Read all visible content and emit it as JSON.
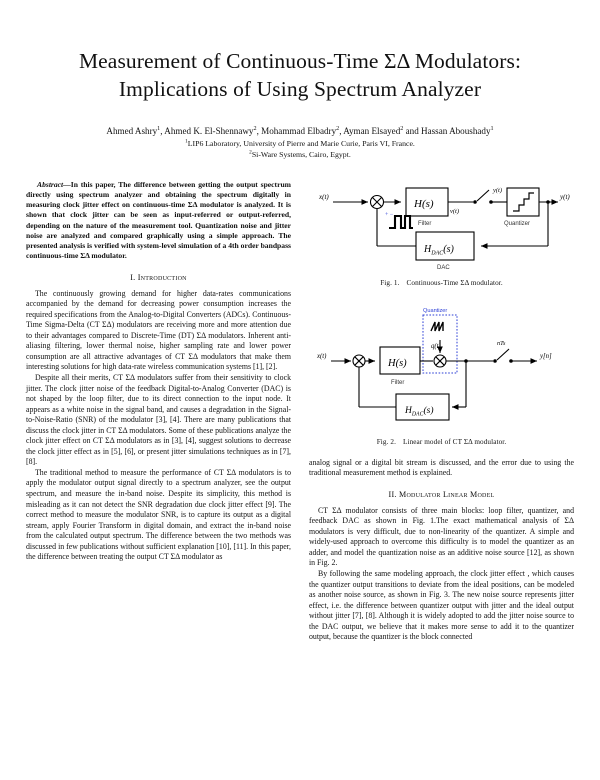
{
  "paper": {
    "title_line1": "Measurement of Continuous-Time ΣΔ Modulators:",
    "title_line2": "Implications of Using Spectrum Analyzer",
    "authors_pre": "Ahmed Ashry",
    "authors_full": "Ahmed Ashry1, Ahmed K. El-Shennawy2, Mohammad Elbadry2, Ayman Elsayed2 and Hassan Aboushady1",
    "affiliation1": "LIP6 Laboratory, University of Pierre and Marie Curie, Paris VI, France.",
    "affiliation2": "Si-Ware Systems, Cairo, Egypt."
  },
  "abstract": {
    "label": "Abstract—",
    "text": "In this paper, The difference between getting the output spectrum directly using spectrum analyzer and obtaining the spectrum digitally in measuring clock jitter effect on continuous-time ΣΔ modulator is analyzed. It is shown that clock jitter can be seen as input-referred or output-referred, depending on the nature of the measurement tool. Quantization noise and jitter noise are analyzed and compared graphically using a simple approach. The presented analysis is verified with system-level simulation of a 4th order bandpass continuous-time ΣΔ modulator."
  },
  "sections": {
    "intro": {
      "number": "I.",
      "title": "Introduction",
      "p1": "The continuously growing demand for higher data-rates communications accompanied by the demand for decreasing power consumption increases the required specifications from the Analog-to-Digital Converters (ADCs). Continuous-Time Sigma-Delta (CT ΣΔ) modulators are receiving more and more attention due to their advantages compared to Discrete-Time (DT) ΣΔ modulators. Inherent anti-aliasing filtering, lower thermal noise, higher sampling rate and lower power consumption are all attractive advantages of CT ΣΔ modulators that make them interesting solutions for high data-rate wireless communication systems [1], [2].",
      "p2": "Despite all their merits, CT ΣΔ modulators suffer from their sensitivity to clock jitter. The clock jitter noise of the feedback Digital-to-Analog Converter (DAC) is not shaped by the loop filter, due to its direct connection to the input node. It appears as a white noise in the signal band, and causes a degradation in the Signal-to-Noise-Ratio (SNR) of the modulator [3], [4]. There are many publications that discuss the clock jitter in CT ΣΔ modulators. Some of these publications analyze the clock jitter effect on CT ΣΔ modulators as in [3], [4], suggest solutions to decrease the clock jitter effect as in [5], [6], or present jitter simulations techniques as in [7], [8].",
      "p3": "The traditional method to measure the performance of CT ΣΔ modulators is to apply the modulator output signal directly to a spectrum analyzer, see the output spectrum, and measure the in-band noise. Despite its simplicity, this method is misleading as it can not detect the SNR degradation due clock jitter effect [9]. The correct method to measure the modulator SNR, is to capture its output as a digital stream, apply Fourier Transform in digital domain, and extract the in-band noise from the calculated output spectrum. The difference between the two methods was discussed in few publications without sufficient explanation [10], [11]. In this paper, the difference between treating the output CT ΣΔ modulator as",
      "p3_cont": "analog signal or a digital bit stream is discussed, and the error due to using the traditional measurement method is explained."
    },
    "linear_model": {
      "number": "II.",
      "title": "Modulator Linear Model",
      "p1": "CT ΣΔ modulator consists of three main blocks: loop filter, quantizer, and feedback DAC as shown in Fig. 1.The exact mathematical analysis of ΣΔ modulators is very difficult, due to non-linearity of the quantizer. A simple and widely-used approach to overcome this difficulty is to model the quantizer as an adder, and model the quantization noise as an additive noise source [12], as shown in Fig. 2.",
      "p2": "By following the same modeling approach, the clock jitter effect , which causes the quantizer output transitions to deviate from the ideal positions, can be modeled as another noise source, as shown in Fig. 3. The new noise source represents jitter effect, i.e. the difference between quantizer output with jitter and the ideal output without jitter [7], [8]. Although it is widely adopted to add the jitter noise source to the DAC output, we believe that it makes more sense to add it to the quantizer output, because the quantizer is the block connected"
    }
  },
  "figures": {
    "fig1": {
      "tag": "Fig. 1.",
      "caption": "Continuous-Time ΣΔ modulator.",
      "labels": {
        "input": "x(t)",
        "loop_filter": "H(s)",
        "loop_filter_sub": "Filter",
        "node": "v(t)",
        "quantizer_out": "y(t)",
        "quantizer_sub": "Quantizer",
        "output": "y(t)",
        "dac": "H",
        "dac_sub": "DAC",
        "dac_arg": "(s)",
        "dac_caption": "DAC"
      }
    },
    "fig2": {
      "tag": "Fig. 2.",
      "caption": "Linear model of CT ΣΔ modulator.",
      "labels": {
        "input": "x(t)",
        "loop_filter": "H(s)",
        "loop_filter_sub": "Filter",
        "noise_box": "Quantizer",
        "noise_src": "q(t)",
        "sample_label": "nTs",
        "output": "y[n]",
        "dac": "H",
        "dac_sub": "DAC",
        "dac_arg": "(s)"
      }
    }
  },
  "colors": {
    "text": "#111111",
    "line": "#000000",
    "dotted_box": "#2b3ed6"
  }
}
